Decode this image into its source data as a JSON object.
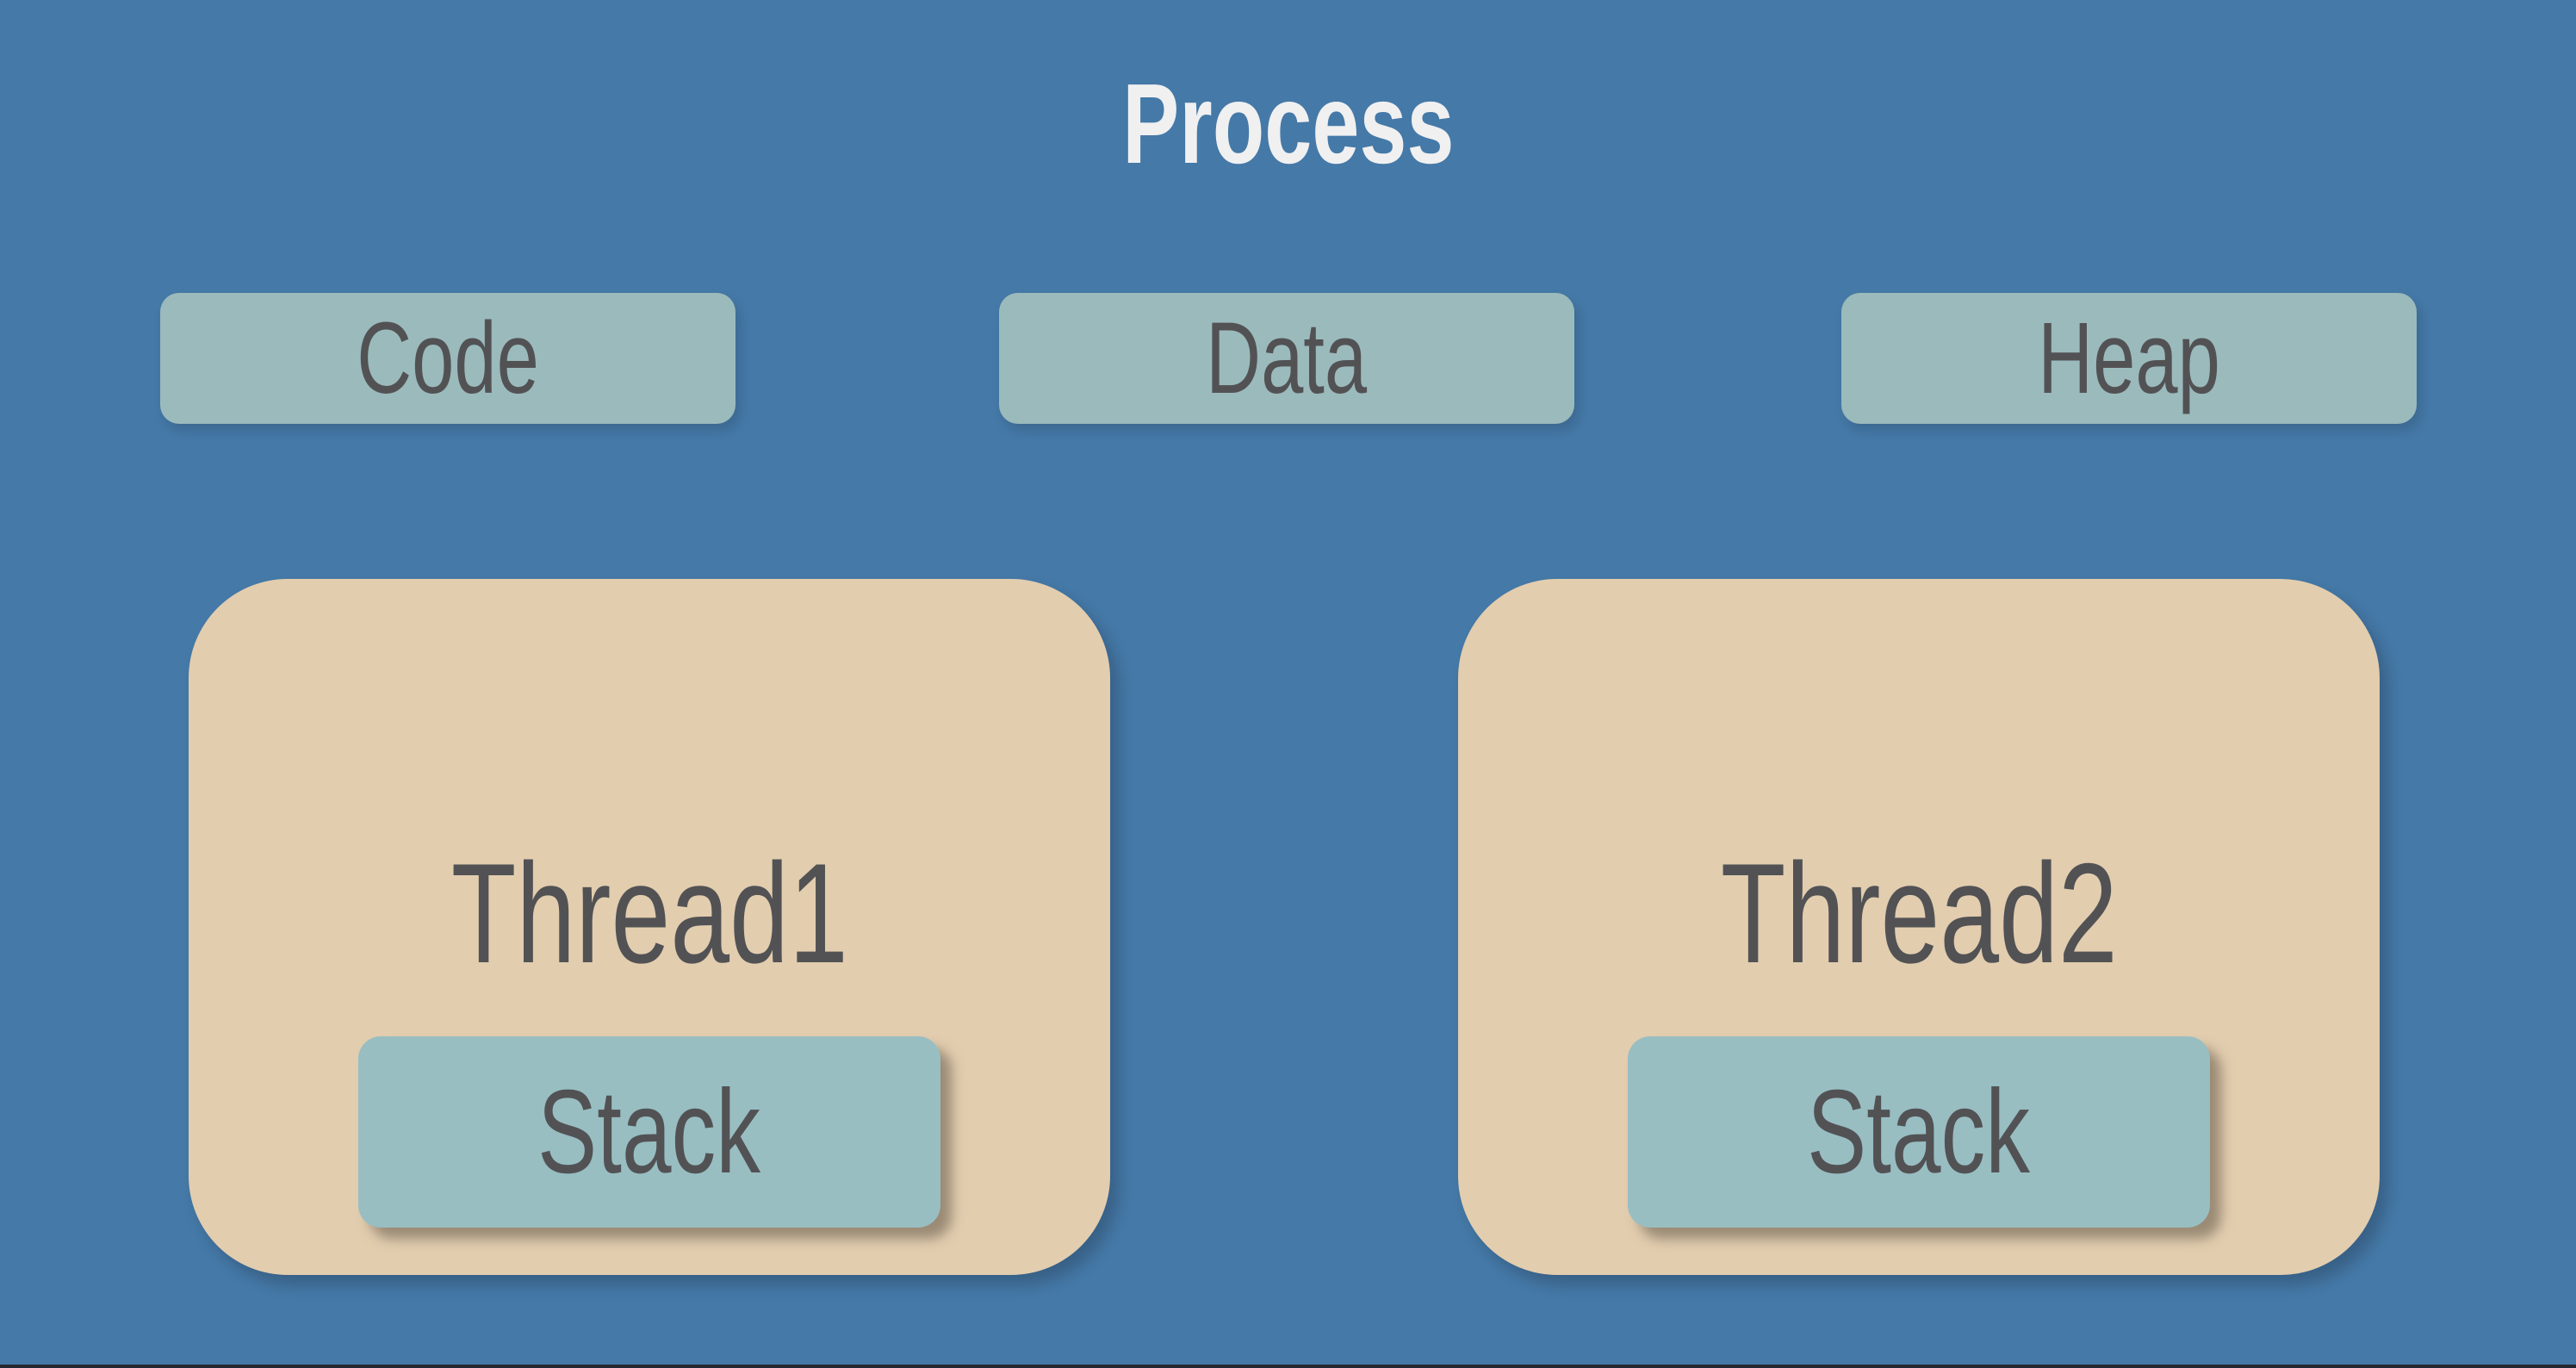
{
  "title": "Process",
  "memory_segments": [
    {
      "label": "Code"
    },
    {
      "label": "Data"
    },
    {
      "label": "Heap"
    }
  ],
  "threads": [
    {
      "label": "Thread1",
      "stack_label": "Stack"
    },
    {
      "label": "Thread2",
      "stack_label": "Stack"
    }
  ],
  "colors": {
    "bg": "#4579A7",
    "segmentFill": "#9BBABB",
    "threadFill": "#E2CDAF",
    "stackFill": "#98BEC2",
    "textDark": "#525254",
    "titleColor": "#F0F0F1",
    "bottomStrip": "#262931"
  }
}
